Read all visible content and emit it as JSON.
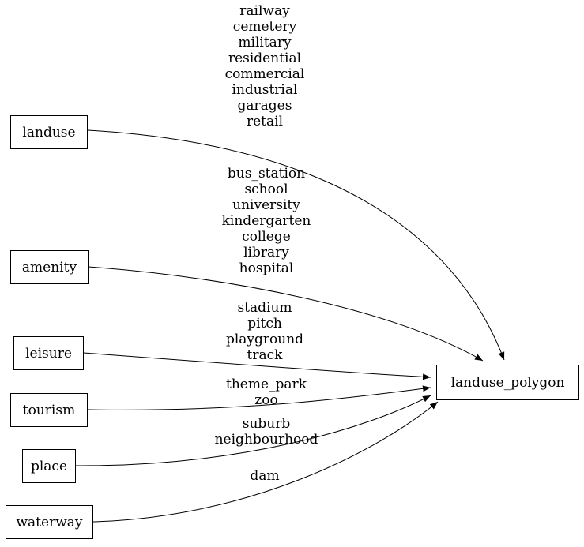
{
  "diagram": {
    "background": "#ffffff",
    "colors": {
      "node_border": "#000000",
      "edge": "#000000",
      "text": "#000000"
    },
    "nodes": [
      {
        "id": "landuse",
        "label": "landuse"
      },
      {
        "id": "amenity",
        "label": "amenity"
      },
      {
        "id": "leisure",
        "label": "leisure"
      },
      {
        "id": "tourism",
        "label": "tourism"
      },
      {
        "id": "place",
        "label": "place"
      },
      {
        "id": "waterway",
        "label": "waterway"
      },
      {
        "id": "landuse_polygon",
        "label": "landuse_polygon"
      }
    ],
    "edges": [
      {
        "from": "landuse",
        "to": "landuse_polygon",
        "labels": [
          "railway",
          "cemetery",
          "military",
          "residential",
          "commercial",
          "industrial",
          "garages",
          "retail"
        ]
      },
      {
        "from": "amenity",
        "to": "landuse_polygon",
        "labels": [
          "bus_station",
          "school",
          "university",
          "kindergarten",
          "college",
          "library",
          "hospital"
        ]
      },
      {
        "from": "leisure",
        "to": "landuse_polygon",
        "labels": [
          "stadium",
          "pitch",
          "playground",
          "track"
        ]
      },
      {
        "from": "tourism",
        "to": "landuse_polygon",
        "labels": [
          "theme_park",
          "zoo"
        ]
      },
      {
        "from": "place",
        "to": "landuse_polygon",
        "labels": [
          "suburb",
          "neighbourhood"
        ]
      },
      {
        "from": "waterway",
        "to": "landuse_polygon",
        "labels": [
          "dam"
        ]
      }
    ]
  }
}
